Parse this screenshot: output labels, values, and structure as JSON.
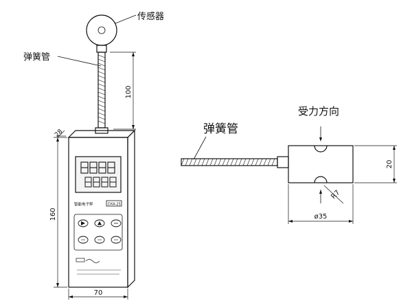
{
  "labels": {
    "sensor": "传感器",
    "spring_tube_left": "弹簧管",
    "spring_tube_right": "弹簧管",
    "force_direction": "受力方向"
  },
  "dimensions": {
    "height_100": "100",
    "depth_28": "28",
    "height_160": "160",
    "width_70": "70",
    "height_20": "20",
    "radius_r7": "R7",
    "diameter_35": "ø35"
  },
  "meter": {
    "model_label": "智能电子秤",
    "small_label": "DXA-25"
  },
  "colors": {
    "ink": "#111111",
    "display_fill": "#f4f4f4"
  }
}
